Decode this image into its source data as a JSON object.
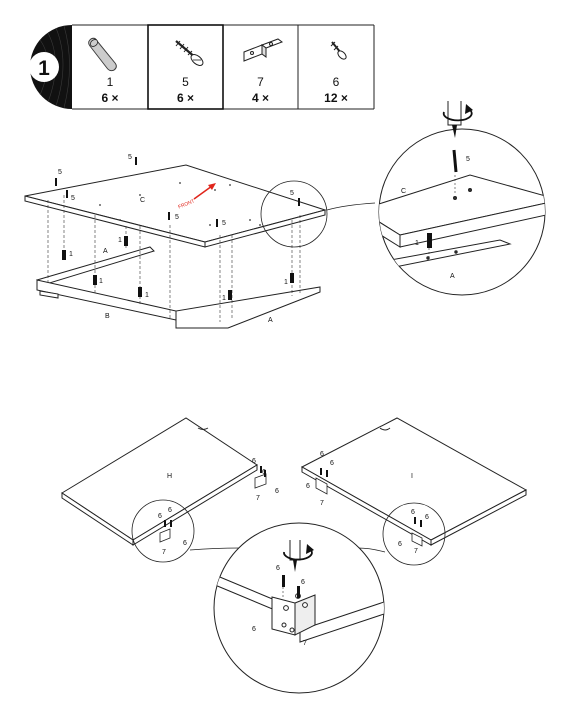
{
  "step": {
    "number": "1"
  },
  "parts": [
    {
      "id": "1",
      "qty": "6 ×",
      "icon": "dowel-icon"
    },
    {
      "id": "5",
      "qty": "6 ×",
      "icon": "screw-icon"
    },
    {
      "id": "7",
      "qty": "4 ×",
      "icon": "bracket-icon"
    },
    {
      "id": "6",
      "qty": "12 ×",
      "icon": "small-screw-icon"
    }
  ],
  "assembly_a": {
    "panel_c": "C",
    "rail_a_left": "A",
    "rail_a_front": "A",
    "rail_b": "B",
    "front_mark": "FRONT",
    "callouts_5": [
      "5",
      "5",
      "5",
      "5",
      "5",
      "5"
    ],
    "callouts_1": [
      "1",
      "1",
      "1",
      "1",
      "1",
      "1"
    ],
    "zoom": {
      "panel": "C",
      "rail": "A",
      "screw": "5",
      "dowel": "1"
    }
  },
  "assembly_b": {
    "panel_h": "H",
    "panel_i": "I",
    "callouts_6": [
      "6",
      "6",
      "6",
      "6",
      "6",
      "6",
      "6",
      "6",
      "6",
      "6",
      "6",
      "6"
    ],
    "callouts_7": [
      "7",
      "7",
      "7",
      "7"
    ],
    "zoom": {
      "screw_a": "6",
      "screw_b": "6",
      "screw_c": "6",
      "bracket": "7"
    }
  },
  "colors": {
    "line": "#222222",
    "front_arrow": "#e0251b",
    "badge": "#111111"
  }
}
